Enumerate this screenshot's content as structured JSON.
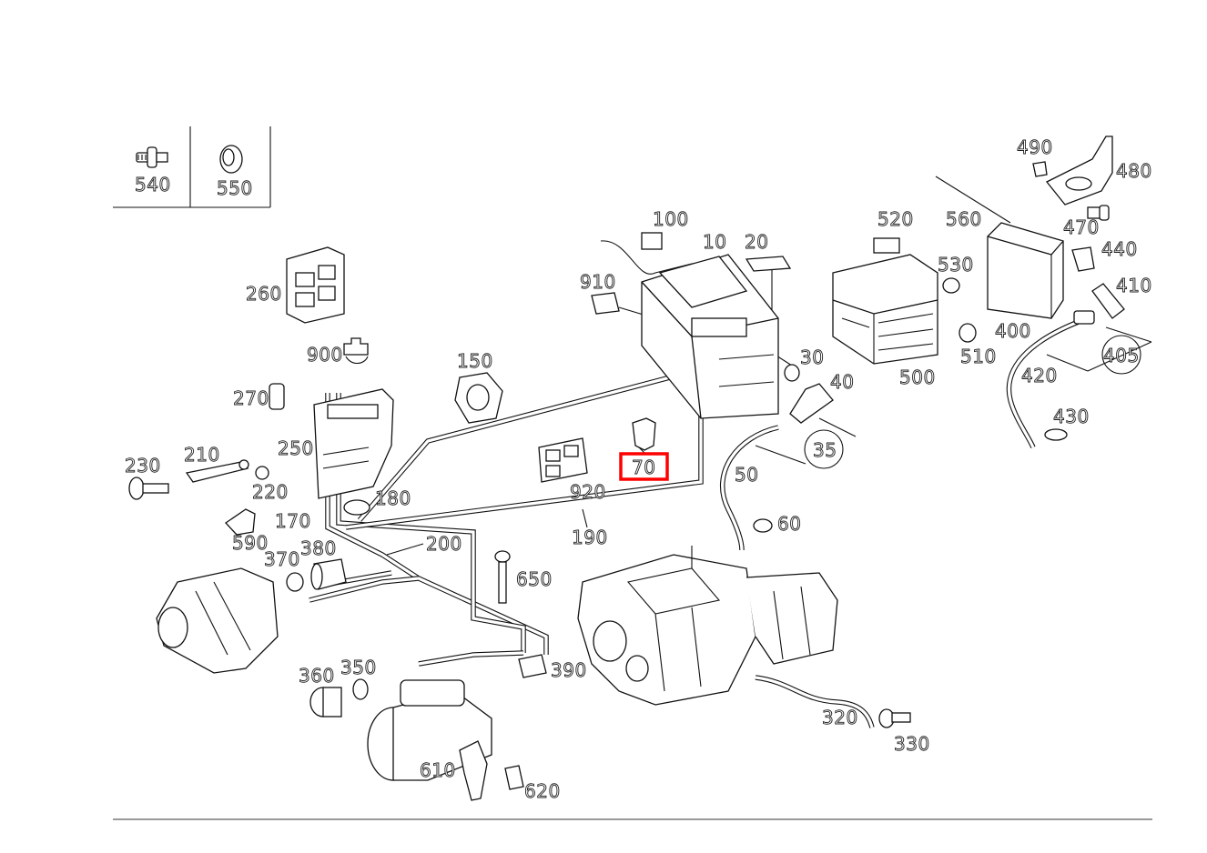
{
  "diagram": {
    "highlight_color": "#ff0000",
    "highlighted_part": "70",
    "parts": {
      "p10": "10",
      "p20": "20",
      "p30": "30",
      "p35": "35",
      "p40": "40",
      "p50": "50",
      "p60": "60",
      "p70": "70",
      "p100": "100",
      "p150": "150",
      "p170": "170",
      "p180": "180",
      "p190": "190",
      "p200": "200",
      "p210": "210",
      "p220": "220",
      "p230": "230",
      "p250": "250",
      "p260": "260",
      "p270": "270",
      "p320": "320",
      "p330": "330",
      "p350": "350",
      "p360": "360",
      "p370": "370",
      "p380": "380",
      "p390": "390",
      "p400": "400",
      "p405": "405",
      "p410": "410",
      "p420": "420",
      "p430": "430",
      "p440": "440",
      "p470": "470",
      "p480": "480",
      "p490": "490",
      "p500": "500",
      "p510": "510",
      "p520": "520",
      "p530": "530",
      "p540": "540",
      "p550": "550",
      "p560": "560",
      "p590": "590",
      "p610": "610",
      "p620": "620",
      "p650": "650",
      "p900": "900",
      "p910": "910",
      "p920": "920"
    }
  }
}
